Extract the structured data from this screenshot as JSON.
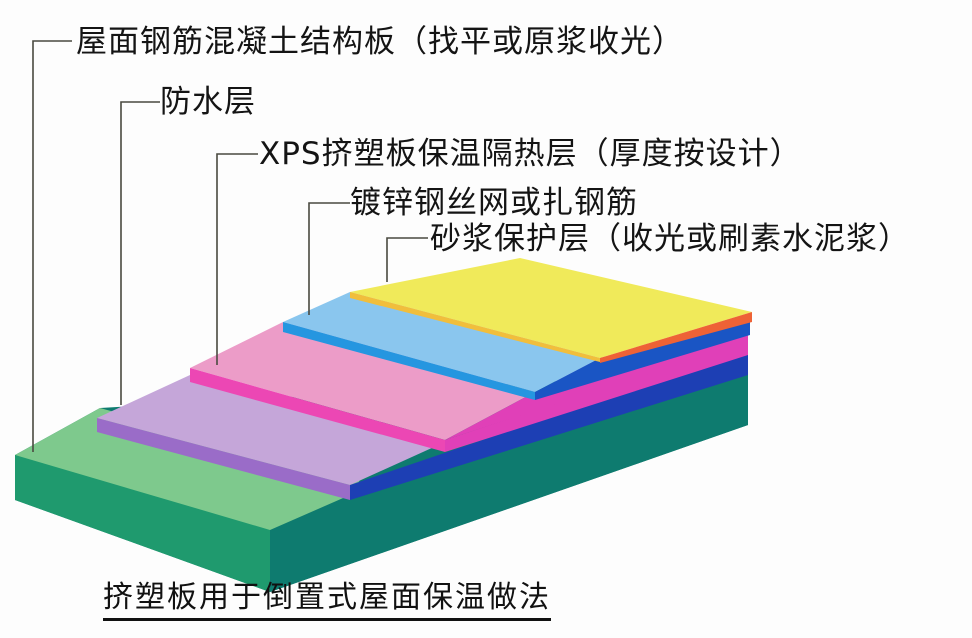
{
  "diagram": {
    "title": "挤塑板用于倒置式屋面保温做法",
    "layers": [
      {
        "order": 1,
        "label": "屋面钢筋混凝土结构板（找平或原浆收光）",
        "top_color": "#7ec98d",
        "front_color": "#1f9a6e",
        "side_color": "#0e7b6f"
      },
      {
        "order": 2,
        "label": "防水层",
        "top_color": "#c5a6d9",
        "front_color": "#9a6cc8",
        "side_color": "#1d3fb4"
      },
      {
        "order": 3,
        "label": "XPS挤塑板保温隔热层（厚度按设计）",
        "top_color": "#ec9cc8",
        "front_color": "#ec47b4",
        "side_color": "#e040b8"
      },
      {
        "order": 4,
        "label": "镀锌钢丝网或扎钢筋",
        "top_color": "#8ac6ee",
        "front_color": "#2596e0",
        "side_color": "#1a55c4"
      },
      {
        "order": 5,
        "label": "砂浆保护层（收光或刷素水泥浆）",
        "top_color": "#f0ea5a",
        "front_color": "#f1be3c",
        "side_color": "#ee6236"
      }
    ],
    "leader_color": "#4a4a40"
  }
}
